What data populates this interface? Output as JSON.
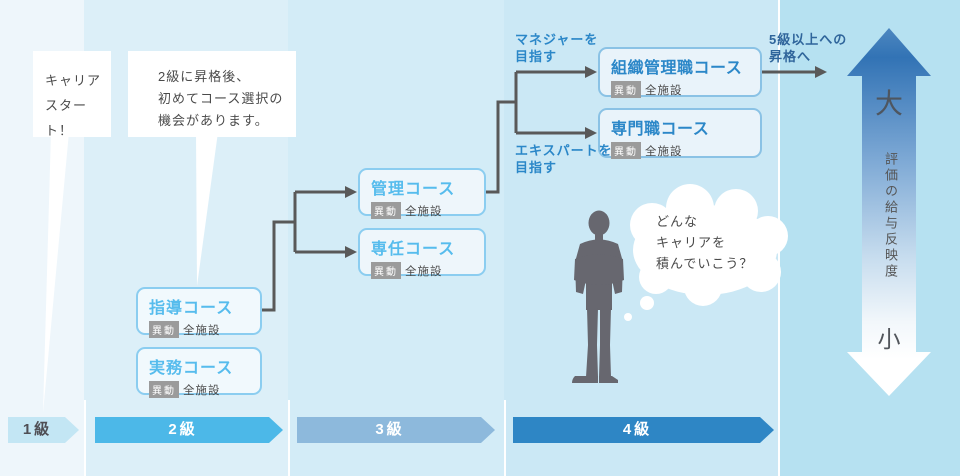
{
  "bubbles": {
    "career_start": {
      "lines": [
        "キャリア",
        "スタート！"
      ]
    },
    "course_selection": {
      "lines": [
        "2級に昇格後、",
        "初めてコース選択の",
        "機会があります。"
      ]
    },
    "thought": {
      "lines": [
        "どんな",
        "キャリアを",
        "積んでいこう？"
      ]
    }
  },
  "courses": {
    "level2": [
      {
        "title": "指導コース",
        "transfer_badge": "異動",
        "scope": "全施設"
      },
      {
        "title": "実務コース",
        "transfer_badge": "異動",
        "scope": "全施設"
      }
    ],
    "level3": [
      {
        "title": "管理コース",
        "transfer_badge": "異動",
        "scope": "全施設"
      },
      {
        "title": "専任コース",
        "transfer_badge": "異動",
        "scope": "全施設"
      }
    ],
    "level4": [
      {
        "title": "組織管理職コース",
        "transfer_badge": "異動",
        "scope": "全施設"
      },
      {
        "title": "専門職コース",
        "transfer_badge": "異動",
        "scope": "全施設"
      }
    ]
  },
  "path_labels": {
    "manager": {
      "lines": [
        "マネジャーを",
        "目指す"
      ]
    },
    "expert": {
      "lines": [
        "エキスパートを",
        "目指す"
      ]
    },
    "promotion_next": {
      "lines": [
        "5級以上への",
        "昇格へ"
      ]
    }
  },
  "levels": [
    "1級",
    "2級",
    "3級",
    "4級"
  ],
  "salary_axis": {
    "max_label": "大",
    "min_label": "小",
    "axis_label": "評価の給与反映度"
  },
  "colors": {
    "band_1": "#eef6fb",
    "band_2": "#dceff8",
    "band_3": "#d3ecf7",
    "band_4": "#cbe8f5",
    "band_5": "#b6e1f1",
    "chevron_1": "#c3e6f4",
    "chevron_2": "#4cb8e8",
    "chevron_3": "#8db9dc",
    "chevron_4": "#2e86c5",
    "course_title_light": "#56bced",
    "course_title_dark": "#2b87c8",
    "promotion_label": "#2f659b",
    "connector": "#595959",
    "badge_bg": "#9b9b9b",
    "silhouette": "#67676f"
  }
}
